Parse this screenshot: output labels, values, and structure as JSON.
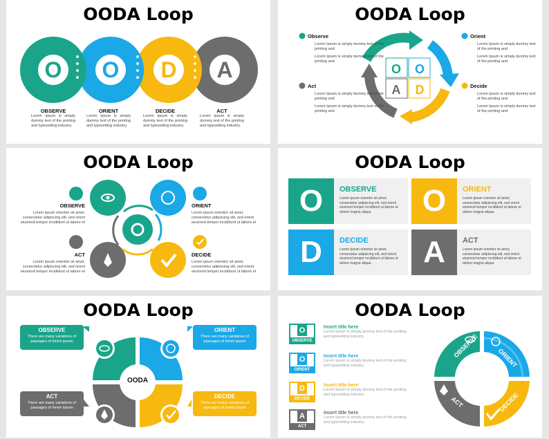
{
  "title": "OODA Loop",
  "colors": {
    "observe": "#1aa58a",
    "orient": "#1ba8e6",
    "decide": "#f7b90f",
    "act": "#6d6d6d"
  },
  "letters": {
    "o": "O",
    "d": "D",
    "a": "A"
  },
  "s1": {
    "items": [
      {
        "label": "OBSERVE",
        "desc": "Lorem Ipsum is simply dummy text of the printing and typesetting industry."
      },
      {
        "label": "ORIENT",
        "desc": "Lorem Ipsum is simply dummy text of the printing and typesetting industry."
      },
      {
        "label": "DECIDE",
        "desc": "Lorem Ipsum is simply dummy text of the printing and typesetting industry."
      },
      {
        "label": "ACT",
        "desc": "Lorem Ipsum is simply dummy text of the printing and typesetting industry."
      }
    ]
  },
  "s2": {
    "items": [
      {
        "label": "Observe",
        "b1": "Lorem Ipsum is simply dummy text of the printing and",
        "b2": "Lorem Ipsum is simply dummy text of the printing and"
      },
      {
        "label": "Orient",
        "b1": "Lorem Ipsum is simply dummy text of the printing and",
        "b2": "Lorem Ipsum is simply dummy text of the printing and"
      },
      {
        "label": "Act",
        "b1": "Lorem Ipsum is simply dummy text of the printing and",
        "b2": "Lorem Ipsum is simply dummy text of the printing and"
      },
      {
        "label": "Decide",
        "b1": "Lorem Ipsum is simply dummy text of the printing and",
        "b2": "Lorem Ipsum is simply dummy text of the printing and"
      }
    ]
  },
  "s3": {
    "items": [
      {
        "label": "OBSERVE",
        "desc": "Lorem ipsum orientior sit amet, consectetur adipiscing elit, sed orient eiusmod tempor incididunt ut labore et"
      },
      {
        "label": "ORIENT",
        "desc": "Lorem ipsum orientior sit amet, consectetur adipiscing elit, sed orient eiusmod tempor incididunt ut labore et"
      },
      {
        "label": "ACT",
        "desc": "Lorem ipsum orientior sit amet, consectetur adipiscing elit, sed orient eiusmod tempor incididunt ut labore et"
      },
      {
        "label": "DECIDE",
        "desc": "Lorem ipsum orientior sit amet, consectetur adipiscing elit, sed orient eiusmod tempor incididunt ut labore et"
      }
    ]
  },
  "s4": {
    "items": [
      {
        "label": "OBSERVE",
        "desc": "Lorem ipsum orientior sit amet, consectetur adipiscing elit, sed orient eiusmod tempor incididunt ut labore et dolore magna aliqua."
      },
      {
        "label": "ORIENT",
        "desc": "Lorem ipsum orientior sit amet, consectetur adipiscing elit, sed orient eiusmod tempor incididunt ut labore et dolore magna aliqua."
      },
      {
        "label": "DECIDE",
        "desc": "Lorem ipsum orientior sit amet, consectetur adipiscing elit, sed orient eiusmod tempor incididunt ut labore et dolore magna aliqua."
      },
      {
        "label": "ACT",
        "desc": "Lorem ipsum orientior sit amet, consectetur adipiscing elit, sed orient eiusmod tempor incididunt ut labore et dolore magna aliqua."
      }
    ]
  },
  "s5": {
    "center": "OODA",
    "items": [
      {
        "label": "OBSERVE",
        "desc": "There are many variations of passages of lorem ipsum"
      },
      {
        "label": "ORIENT",
        "desc": "There are many variations of passages of lorem ipsum"
      },
      {
        "label": "ACT",
        "desc": "There are many variations of passages of lorem ipsum"
      },
      {
        "label": "DECIDE",
        "desc": "There are many variations of passages of lorem ipsum"
      }
    ]
  },
  "s6": {
    "items": [
      {
        "letter": "O",
        "label": "OBSERVE",
        "title": "Insert title here",
        "desc": "Lorem Ipsum is simply dummy text of the printing and typesetting industry."
      },
      {
        "letter": "O",
        "label": "ORIENT",
        "title": "Insert title here",
        "desc": "Lorem Ipsum is simply dummy text of the printing and typesetting industry."
      },
      {
        "letter": "D",
        "label": "DECIDE",
        "title": "Insert title here",
        "desc": "Lorem Ipsum is simply dummy text of the printing and typesetting industry."
      },
      {
        "letter": "A",
        "label": "ACT",
        "title": "Insert title here",
        "desc": "Lorem Ipsum is simply dummy text of the printing and typesetting industry."
      }
    ],
    "ring": [
      "OBSERVE",
      "ORIENT",
      "DECIDE",
      "ACT"
    ]
  }
}
